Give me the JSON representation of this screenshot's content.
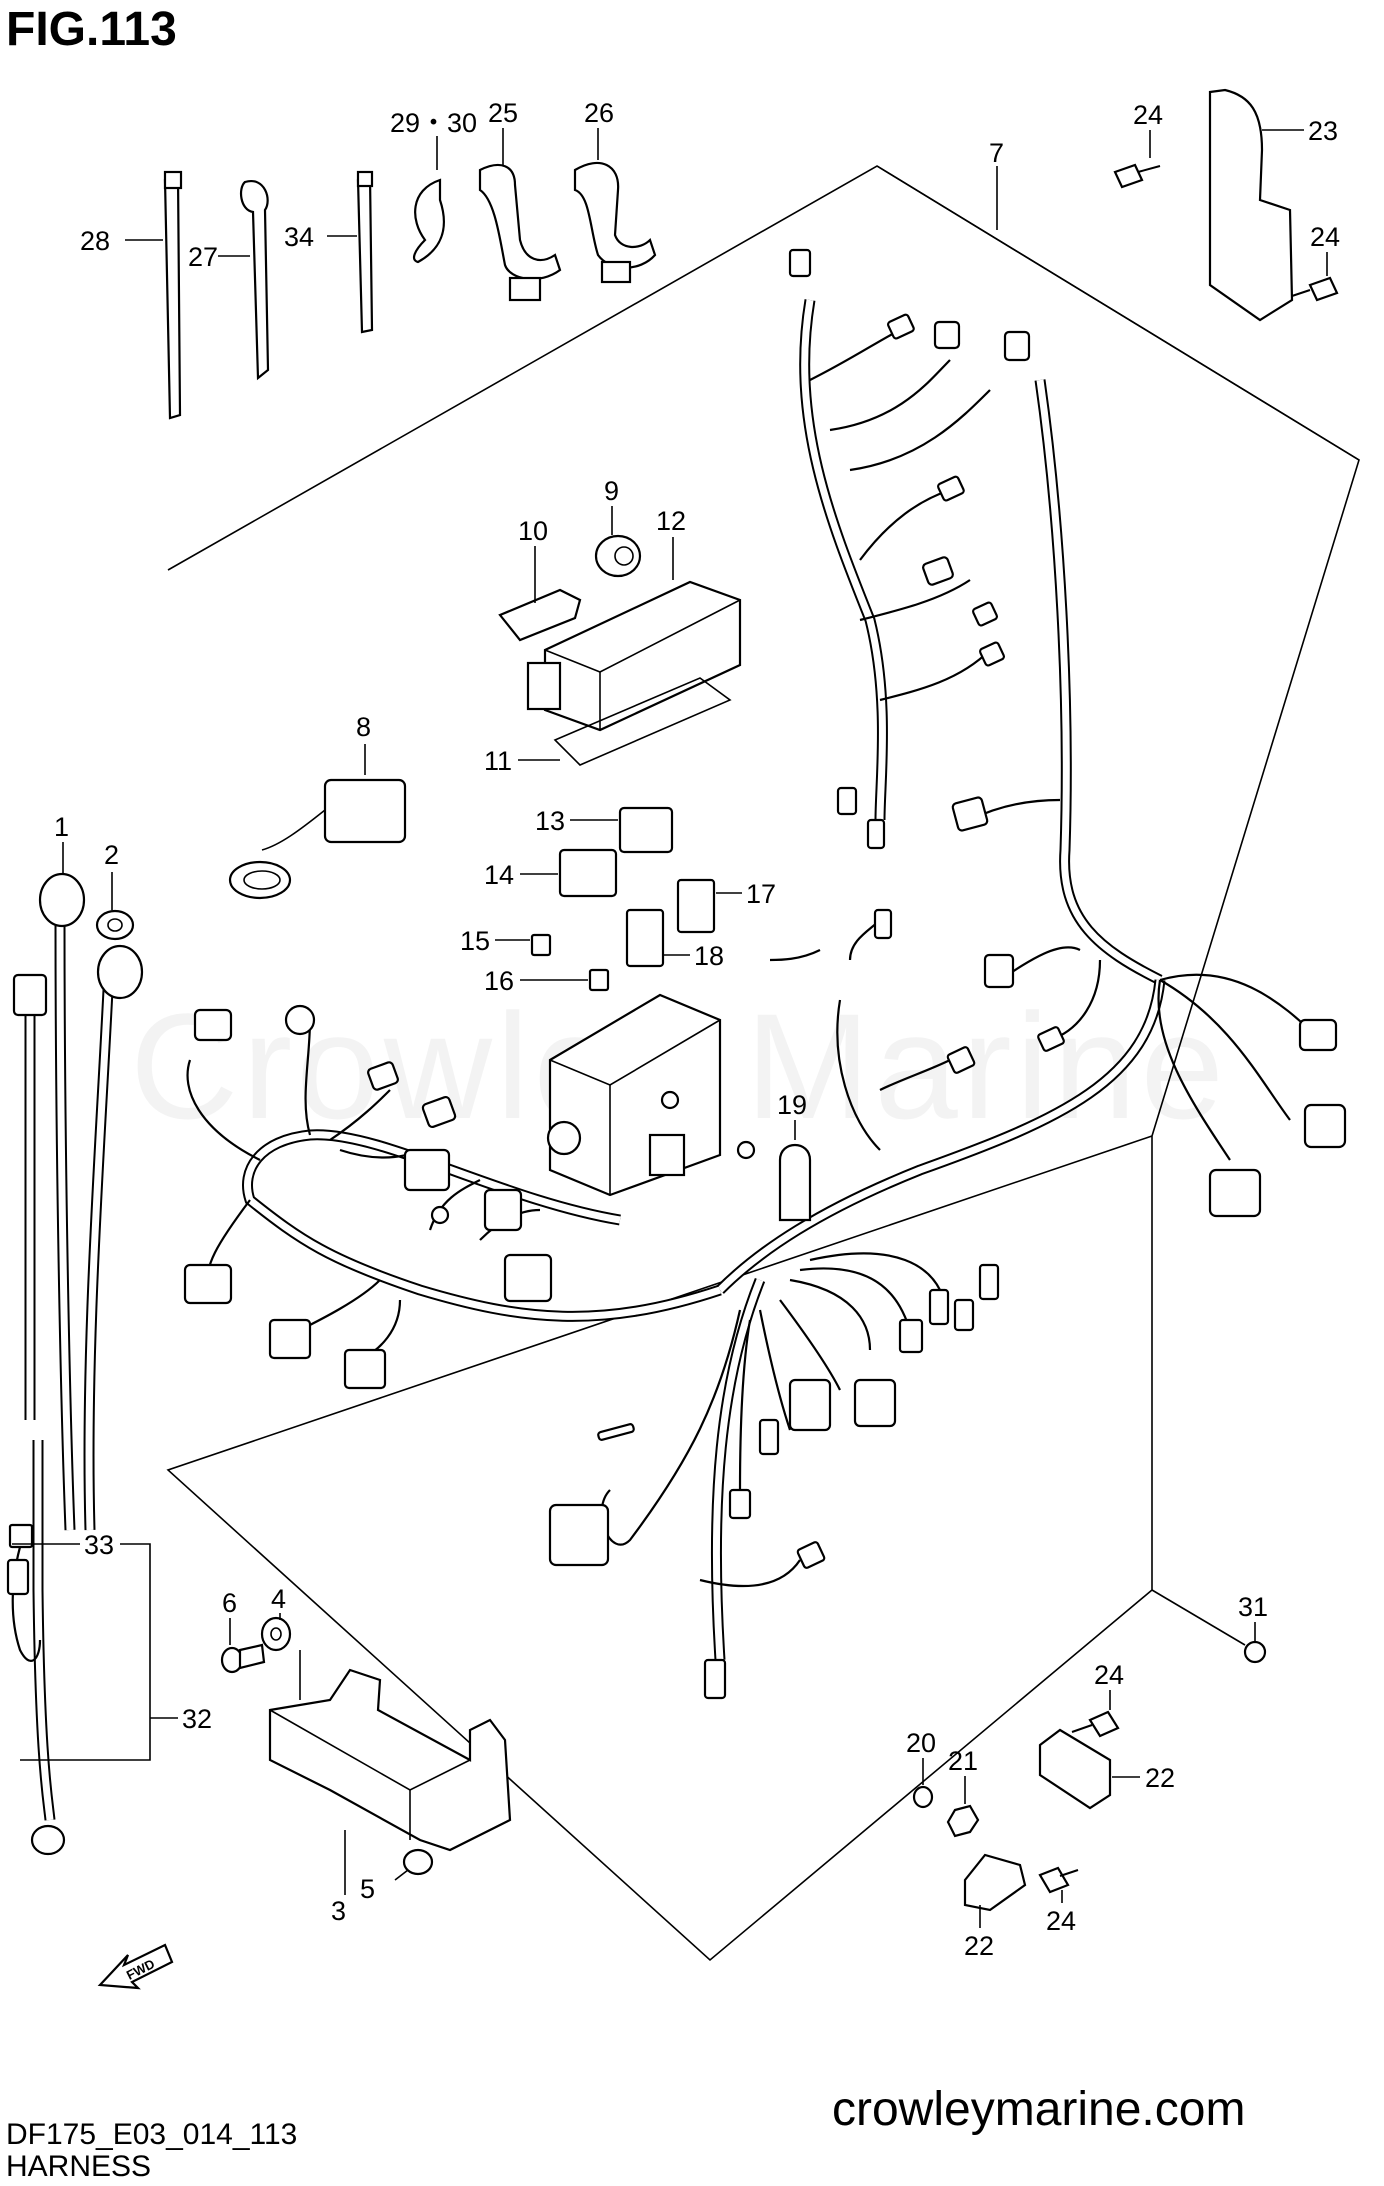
{
  "figure": {
    "title": "FIG.113",
    "code": "DF175_E03_014_113",
    "name": "HARNESS"
  },
  "watermark": "Crowley Marine",
  "site": "crowleymarine.com",
  "callouts": {
    "c1": "1",
    "c2": "2",
    "c3": "3",
    "c4": "4",
    "c5": "5",
    "c6": "6",
    "c7": "7",
    "c8": "8",
    "c9": "9",
    "c10": "10",
    "c11": "11",
    "c12": "12",
    "c13": "13",
    "c14": "14",
    "c15": "15",
    "c16": "16",
    "c17": "17",
    "c18": "18",
    "c19": "19",
    "c20": "20",
    "c21": "21",
    "c22a": "22",
    "c22b": "22",
    "c23": "23",
    "c24a": "24",
    "c24b": "24",
    "c24c": "24",
    "c24d": "24",
    "c25": "25",
    "c26": "26",
    "c27": "27",
    "c28": "28",
    "c29_30": "29・30",
    "c31": "31",
    "c32": "32",
    "c33": "33",
    "c34": "34"
  },
  "fwd_label": "FWD",
  "icons": [
    "fwd-arrow-icon"
  ]
}
